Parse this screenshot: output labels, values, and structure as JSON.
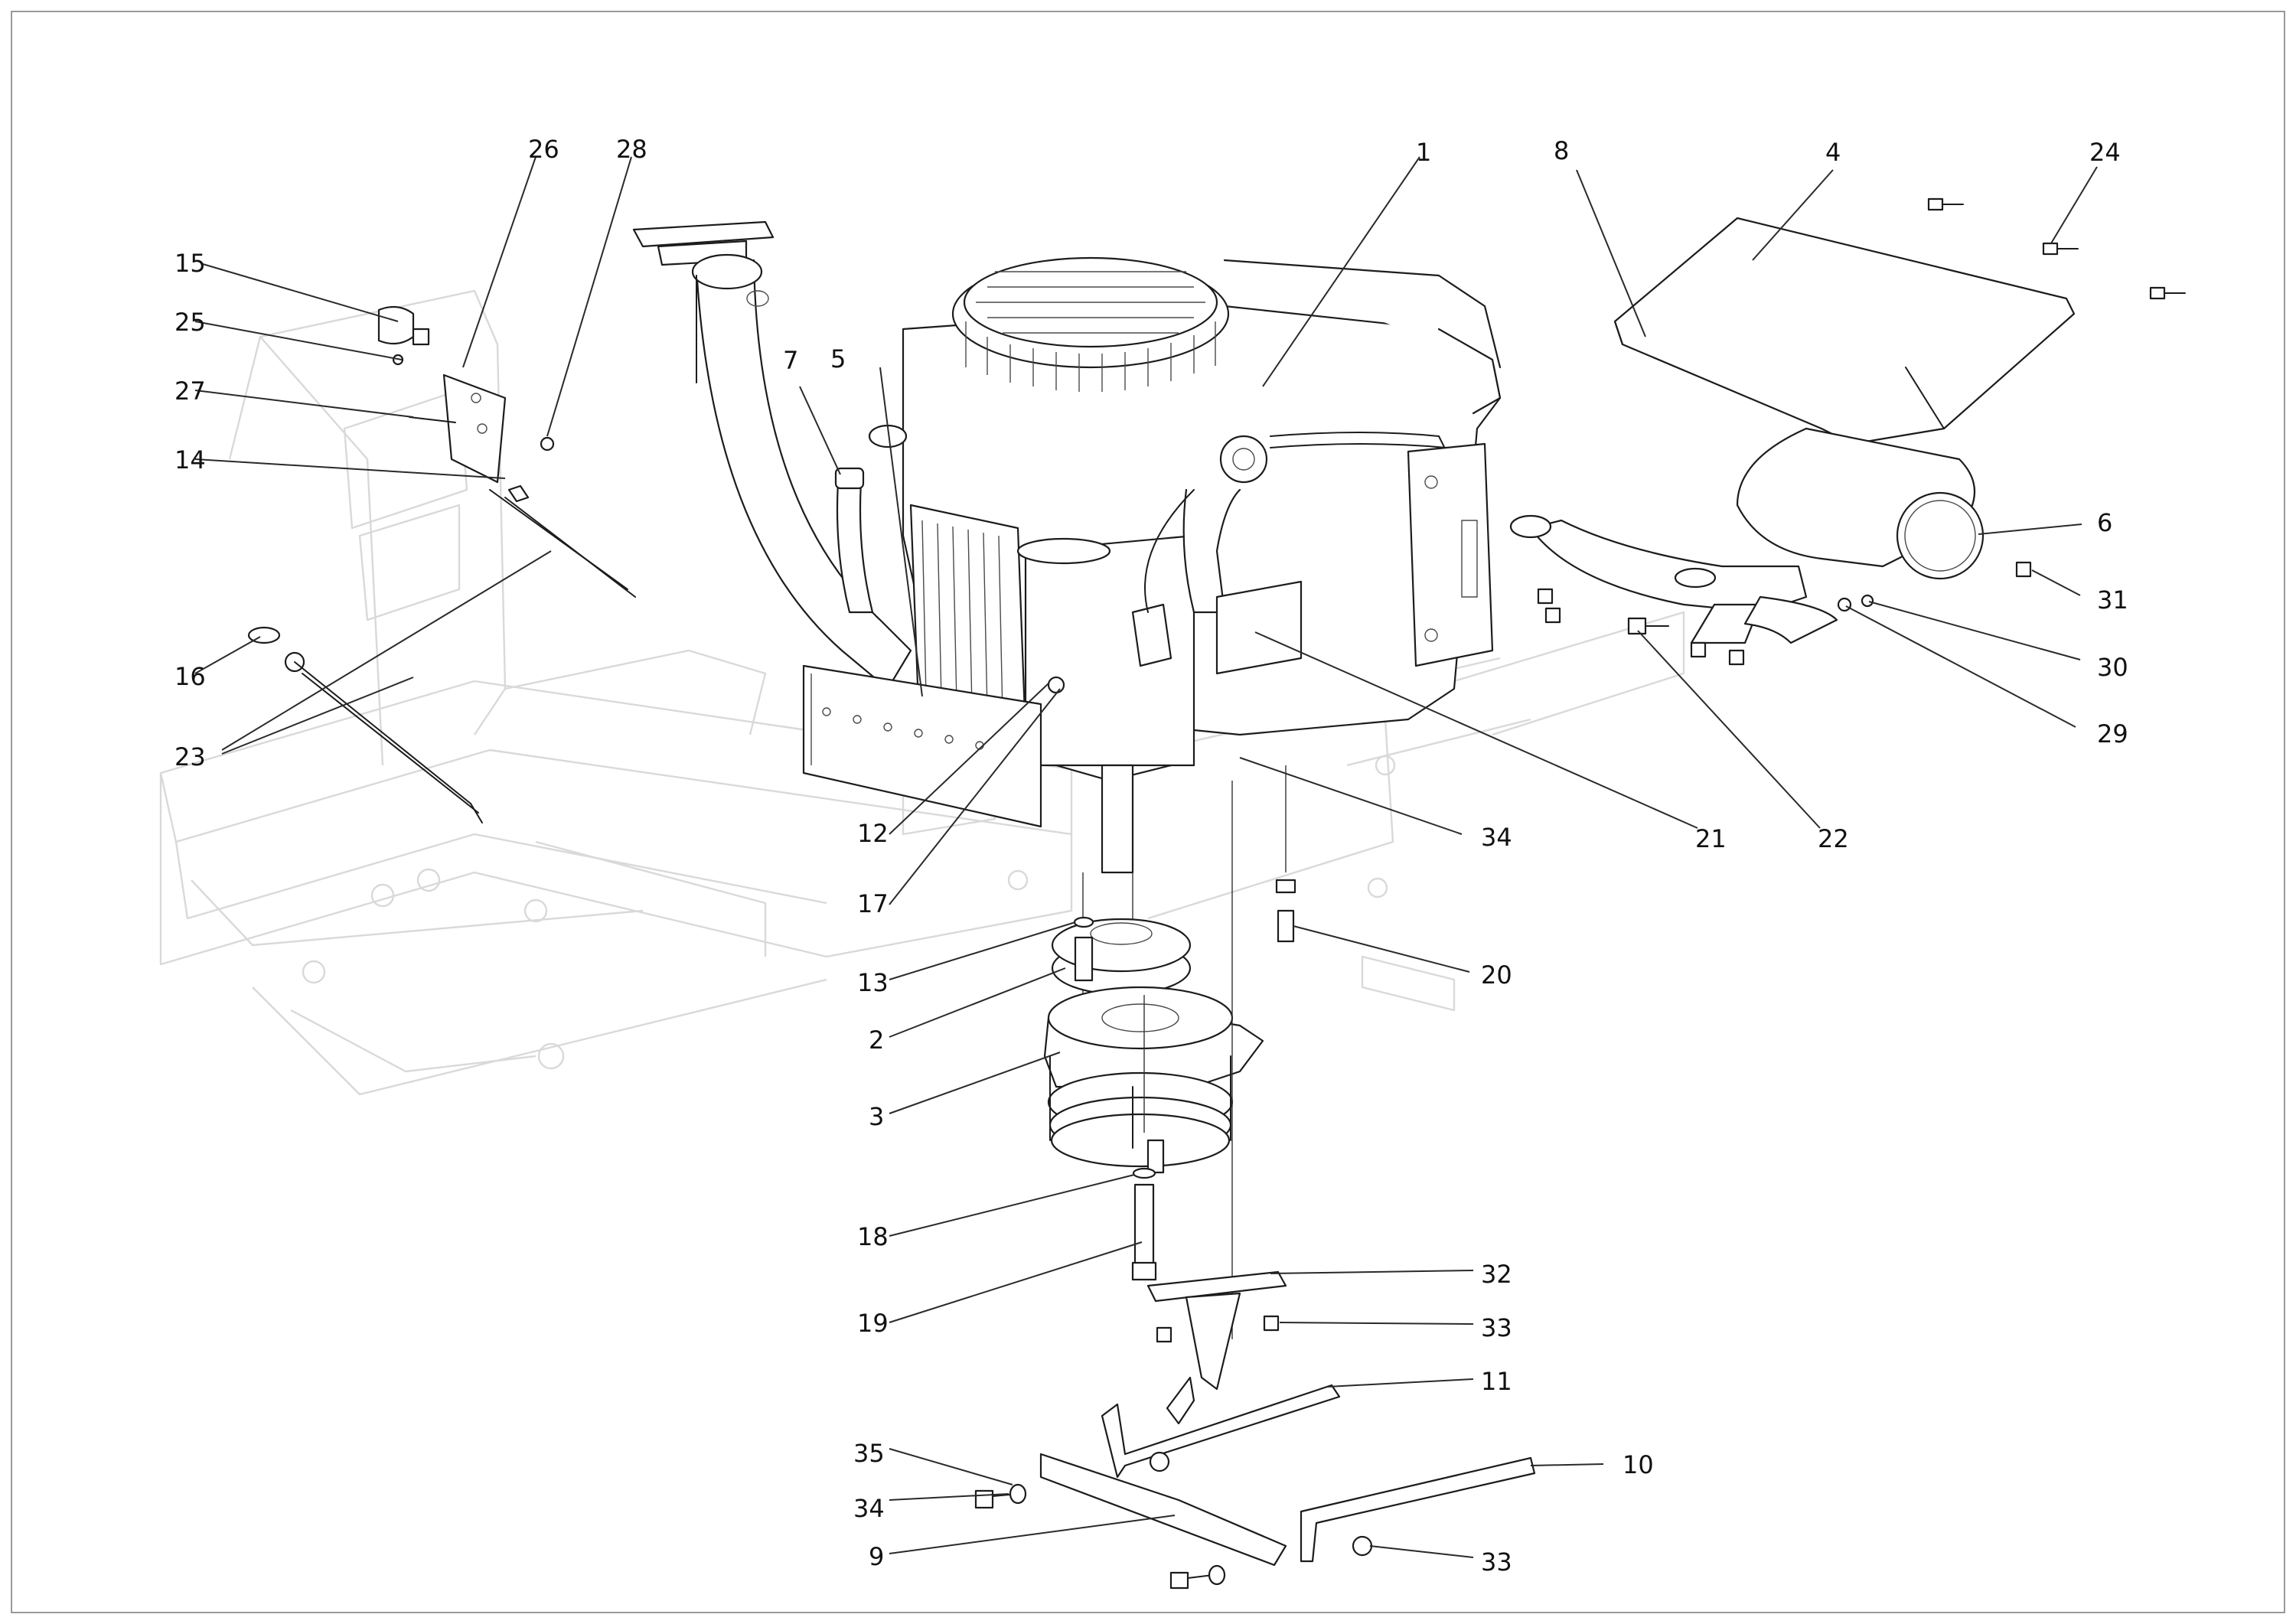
{
  "callouts": [
    {
      "id": "c1",
      "label": "1"
    },
    {
      "id": "c2",
      "label": "2"
    },
    {
      "id": "c3",
      "label": "3"
    },
    {
      "id": "c4",
      "label": "4"
    },
    {
      "id": "c5",
      "label": "5"
    },
    {
      "id": "c6",
      "label": "6"
    },
    {
      "id": "c7",
      "label": "7"
    },
    {
      "id": "c8",
      "label": "8"
    },
    {
      "id": "c9",
      "label": "9"
    },
    {
      "id": "c10",
      "label": "10"
    },
    {
      "id": "c11",
      "label": "11"
    },
    {
      "id": "c12",
      "label": "12"
    },
    {
      "id": "c13",
      "label": "13"
    },
    {
      "id": "c14",
      "label": "14"
    },
    {
      "id": "c15",
      "label": "15"
    },
    {
      "id": "c16",
      "label": "16"
    },
    {
      "id": "c17",
      "label": "17"
    },
    {
      "id": "c18",
      "label": "18"
    },
    {
      "id": "c19",
      "label": "19"
    },
    {
      "id": "c20",
      "label": "20"
    },
    {
      "id": "c21",
      "label": "21"
    },
    {
      "id": "c22",
      "label": "22"
    },
    {
      "id": "c23",
      "label": "23"
    },
    {
      "id": "c24",
      "label": "24"
    },
    {
      "id": "c25",
      "label": "25"
    },
    {
      "id": "c26",
      "label": "26"
    },
    {
      "id": "c27",
      "label": "27"
    },
    {
      "id": "c28",
      "label": "28"
    },
    {
      "id": "c29",
      "label": "29"
    },
    {
      "id": "c30",
      "label": "30"
    },
    {
      "id": "c31",
      "label": "31"
    },
    {
      "id": "c32",
      "label": "32"
    },
    {
      "id": "c33a",
      "label": "33"
    },
    {
      "id": "c33b",
      "label": "33"
    },
    {
      "id": "c34a",
      "label": "34"
    },
    {
      "id": "c34b",
      "label": "34"
    },
    {
      "id": "c35",
      "label": "35"
    }
  ]
}
